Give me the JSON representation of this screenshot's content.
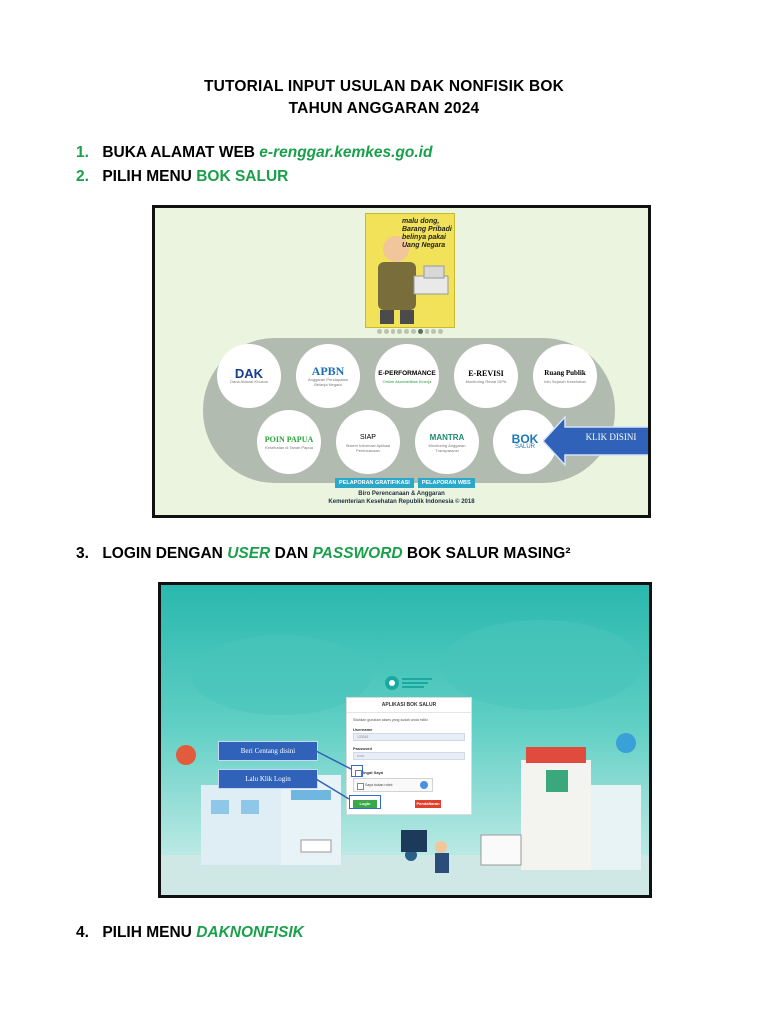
{
  "doc": {
    "title_line1": "TUTORIAL INPUT USULAN DAK NONFISIK BOK",
    "title_line2": "TAHUN ANGGARAN 2024"
  },
  "steps": [
    {
      "num": "1.",
      "text": "BUKA ALAMAT WEB ",
      "highlight": "e-renggar.kemkes.go.id"
    },
    {
      "num": "2.",
      "text": "PILIH MENU ",
      "highlight": "BOK SALUR"
    },
    {
      "num": "3.",
      "text1": "LOGIN DENGAN ",
      "hl1": "USER",
      "text2": " DAN ",
      "hl2": "PASSWORD",
      "text3": " BOK SALUR MASING²"
    },
    {
      "num": "4.",
      "text": "PILIH MENU ",
      "highlight": "DAKNONFISIK"
    }
  ],
  "shot1": {
    "poster_text": "malu dong, Barang Pribadi belinya pakai Uang Negara",
    "menu": [
      {
        "label": "DAK",
        "sub": "Dana Alokasi Khusus"
      },
      {
        "label": "APBN",
        "sub": "Anggaran Pendapatan Belanja Negara"
      },
      {
        "label": "E-PERFORMANCE",
        "sub": "Online Akuntabilitas Kinerja"
      },
      {
        "label": "E-REVISI",
        "sub": "Monitoring Revisi DIPA"
      },
      {
        "label": "Ruang Publik",
        "sub": "Info Sejarah Kesehatan"
      },
      {
        "label": "POIN PAPUA",
        "sub": "Kesehatan di Tanah Papua"
      },
      {
        "label": "SIAP",
        "sub": "Sistem Informasi Aplikasi Perencanaan"
      },
      {
        "label": "MANTRA",
        "sub": "Monitoring Anggaran Transparansi"
      },
      {
        "label": "BOK",
        "sub": "SALUR"
      }
    ],
    "callout": "KLIK DISINI",
    "btn_gratifikasi": "PELAPORAN GRATIFIKASI",
    "btn_wbs": "PELAPORAN WBS",
    "footer1": "Biro Perencanaan & Anggaran",
    "footer2": "Kementerian Kesehatan Republik Indonesia © 2018"
  },
  "shot2": {
    "app_title": "APLIKASI BOK SALUR",
    "intro": "Silahkan gunakan akses yang sudah anda miliki",
    "username_label": "Username",
    "username_value": "133061",
    "password_label": "Password",
    "password_value": "••••••",
    "remember_label": "Ingat Saya",
    "captcha_text": "Saya bukan robot",
    "login_btn": "Login",
    "register_btn": "Pendaftaran",
    "callout_check": "Beri Centang disini",
    "callout_login": "Lalu Klik Login"
  },
  "colors": {
    "accent_green": "#1aa04a",
    "callout_blue": "#2f62b8"
  }
}
